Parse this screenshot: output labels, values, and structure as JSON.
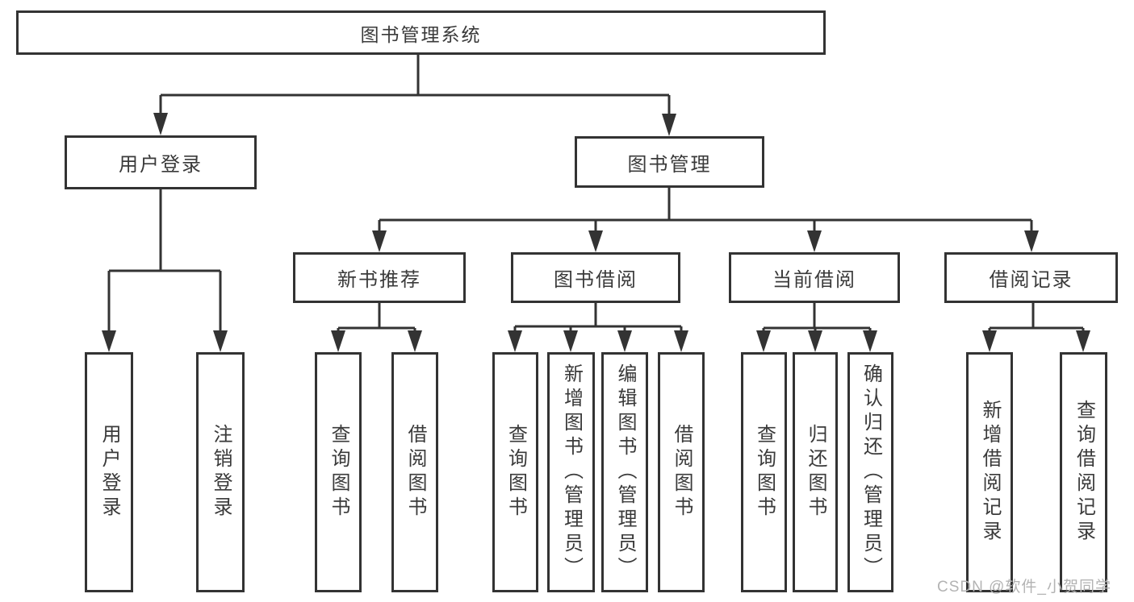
{
  "nodes": {
    "root": {
      "label": "图书管理系统"
    },
    "user_login_branch": {
      "label": "用户登录",
      "children": [
        {
          "label": "用户登录"
        },
        {
          "label": "注销登录"
        }
      ]
    },
    "book_mgmt_branch": {
      "label": "图书管理",
      "groups": [
        {
          "label": "新书推荐",
          "children": [
            {
              "label": "查询图书"
            },
            {
              "label": "借阅图书"
            }
          ]
        },
        {
          "label": "图书借阅",
          "children": [
            {
              "label": "查询图书"
            },
            {
              "label": "新增图书（管理员）"
            },
            {
              "label": "编辑图书（管理员）"
            },
            {
              "label": "借阅图书"
            }
          ]
        },
        {
          "label": "当前借阅",
          "children": [
            {
              "label": "查询图书"
            },
            {
              "label": "归还图书"
            },
            {
              "label": "确认归还（管理员）"
            }
          ]
        },
        {
          "label": "借阅记录",
          "children": [
            {
              "label": "新增借阅记录"
            },
            {
              "label": "查询借阅记录"
            }
          ]
        }
      ]
    }
  },
  "watermark": {
    "text": "CSDN @软件_小贺同学"
  },
  "colors": {
    "line": "#333333",
    "border": "#333333",
    "text": "#3a3a3a",
    "background": "#ffffff",
    "watermark": "#b3b3b3"
  }
}
